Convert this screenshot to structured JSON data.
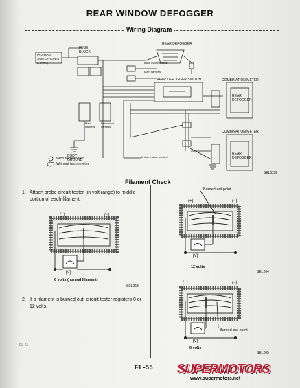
{
  "page": {
    "title": "REAR WINDOW DEFOGGER",
    "page_number": "EL-55",
    "margin_mark": "EL-61"
  },
  "wiring_diagram": {
    "heading": "Wiring Diagram",
    "code": "SEL523I",
    "labels": {
      "rear_defogger": "REAR DEFOGGER",
      "fuse_block": "FUSE BLOCK",
      "ignition_switch": "IGNITION SWITCH (ON or START)",
      "rear_defogger_switch": "REAR DEFOGGER SWITCH",
      "combination_meter_1": "COMBINATION METER",
      "rear_defogger_1": "REAR DEFOGGER",
      "combination_meter_2": "COMBINATION METER",
      "rear_defogger_2": "REAR DEFOGGER",
      "back_door_harness": "Back door harness",
      "main_harness_top": "Main harness",
      "main_harness": "Main harness",
      "instrument_harness": "Instrument harness",
      "body_ground": "BODY GROUND",
      "illumination": "To illumination control"
    },
    "legend": {
      "with_tach": "With tachometer",
      "without_tach": "Without tachometer"
    }
  },
  "filament_check": {
    "heading": "Filament Check",
    "step1_number": "1.",
    "step1_text": "Attach probe circuit tester (in volt range) to middle portion of each filament.",
    "step2_number": "2.",
    "step2_text": "If a filament is burned out, circuit tester registers 0 or 12 volts.",
    "fig1_caption": "6 volts (normal filament)",
    "fig1_code": "SEL263",
    "fig2_caption": "12 volts",
    "fig2_code": "SEL264",
    "fig3_caption": "0 volts",
    "fig3_code": "SEL265",
    "burned_out_point_1": "Burned-out point",
    "burned_out_point_2": "Burned-out point",
    "plus": "(+)",
    "minus": "(−)",
    "volt": "[V]"
  },
  "watermark": {
    "logo": "SUPERMOTORS",
    "url": "www.supermotors.net"
  }
}
